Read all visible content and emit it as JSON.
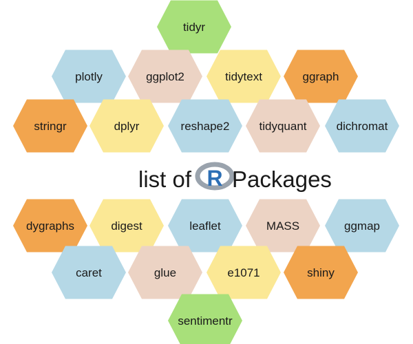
{
  "colors": {
    "green": "#a8e07a",
    "blue": "#b5d8e6",
    "pink": "#ecd3c4",
    "yellow": "#fbe895",
    "orange": "#f2a54e",
    "logo_ring": "#9aa3ad",
    "logo_r": "#2d6fb5"
  },
  "title": {
    "prefix": "list of",
    "logo_letter": "R",
    "suffix": "Packages"
  },
  "packages": [
    {
      "label": "tidyr",
      "color": "green"
    },
    {
      "label": "plotly",
      "color": "blue"
    },
    {
      "label": "ggplot2",
      "color": "pink"
    },
    {
      "label": "tidytext",
      "color": "yellow"
    },
    {
      "label": "ggraph",
      "color": "orange"
    },
    {
      "label": "stringr",
      "color": "orange"
    },
    {
      "label": "dplyr",
      "color": "yellow"
    },
    {
      "label": "reshape2",
      "color": "blue"
    },
    {
      "label": "tidyquant",
      "color": "pink"
    },
    {
      "label": "dichromat",
      "color": "blue"
    },
    {
      "label": "dygraphs",
      "color": "orange"
    },
    {
      "label": "digest",
      "color": "yellow"
    },
    {
      "label": "leaflet",
      "color": "blue"
    },
    {
      "label": "MASS",
      "color": "pink"
    },
    {
      "label": "ggmap",
      "color": "blue"
    },
    {
      "label": "caret",
      "color": "blue"
    },
    {
      "label": "glue",
      "color": "pink"
    },
    {
      "label": "e1071",
      "color": "yellow"
    },
    {
      "label": "shiny",
      "color": "orange"
    },
    {
      "label": "sentimentr",
      "color": "green"
    }
  ]
}
